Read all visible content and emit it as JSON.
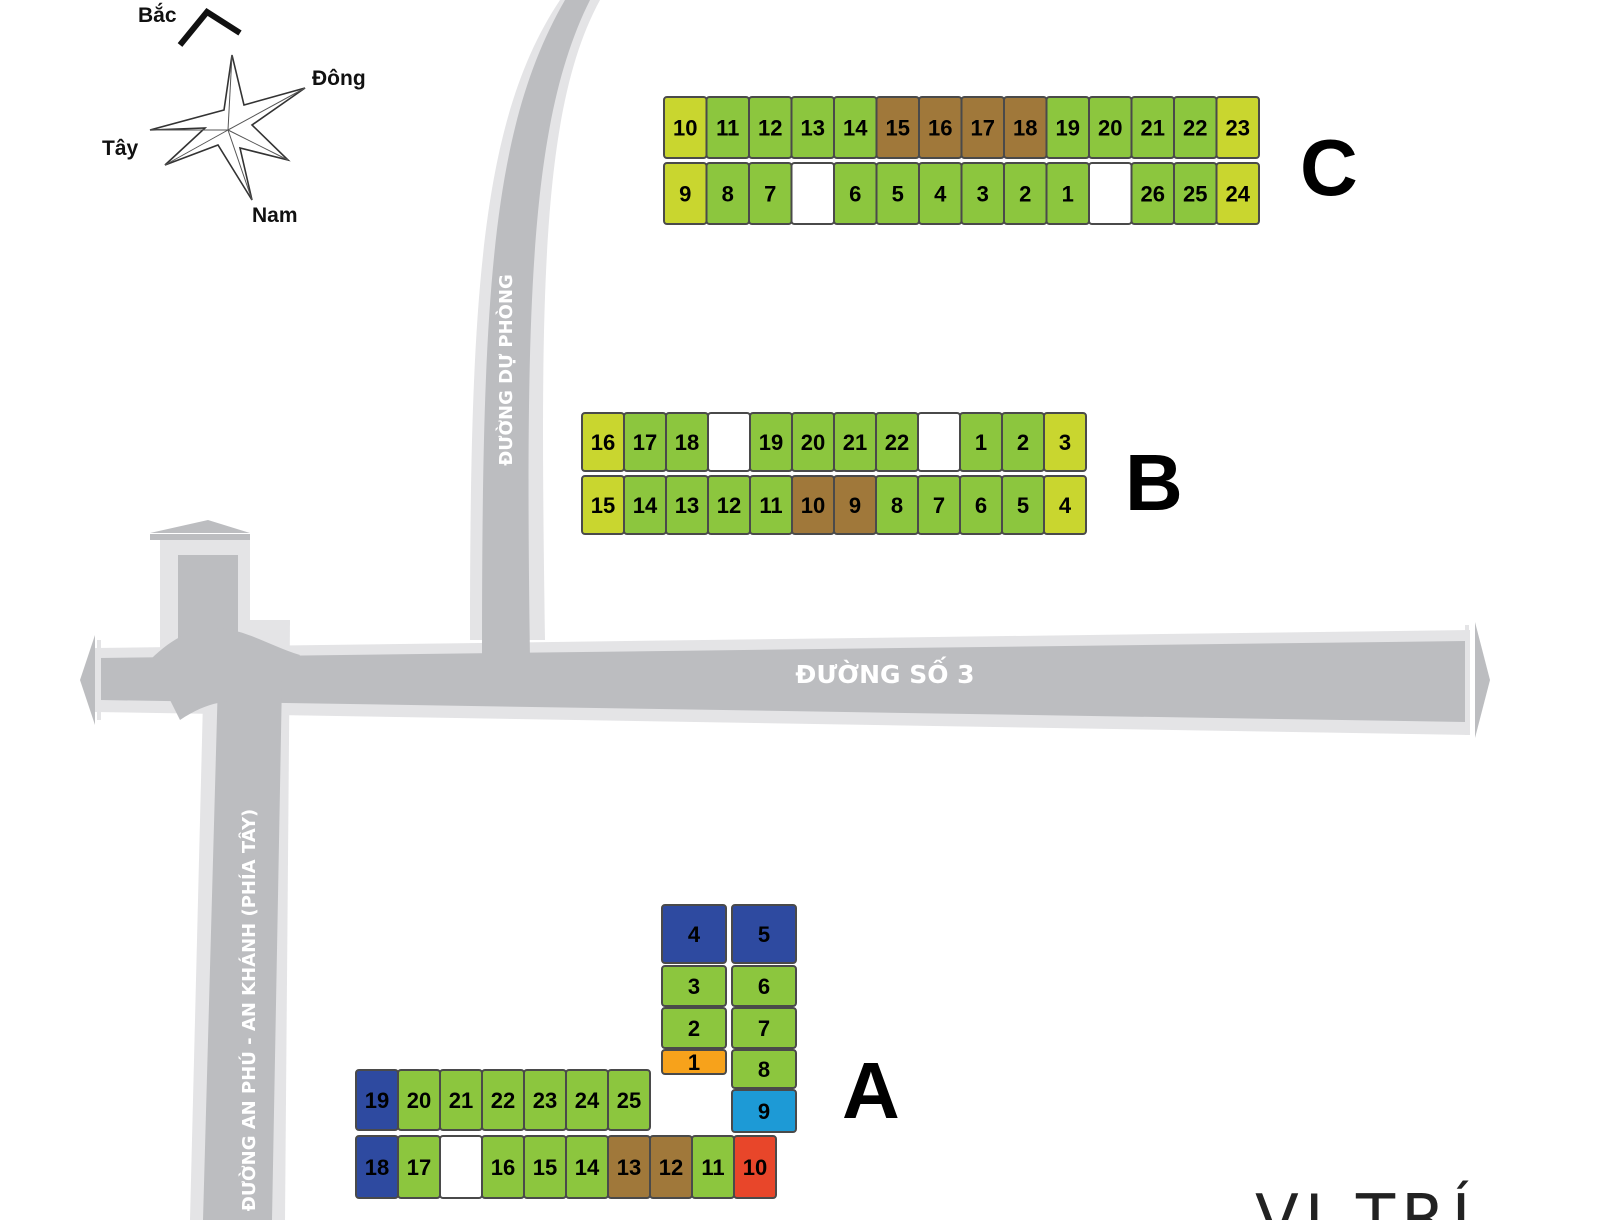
{
  "compass": {
    "north": "Bắc",
    "east": "Đông",
    "west": "Tây",
    "south": "Nam"
  },
  "roads": {
    "so3": "ĐƯỜNG SỐ 3",
    "du_phong": "ĐƯỜNG DỰ PHÒNG",
    "an_phu": "ĐƯỜNG AN PHÚ - AN KHÁNH (PHÍA TÂY)"
  },
  "corner_title": "VỊ TRÍ",
  "colors": {
    "green": "#8cc63e",
    "yellow": "#c9d62f",
    "brown": "#a0783a",
    "navy": "#2e4aa0",
    "blue": "#1d9ad6",
    "orange": "#f7a21b",
    "red": "#e8462a",
    "road": "#bcbdc0",
    "road_edge": "#e4e4e6"
  },
  "blocks": {
    "C": {
      "label": "C",
      "top_row": [
        {
          "n": "10",
          "c": "yellow"
        },
        {
          "n": "11",
          "c": "green"
        },
        {
          "n": "12",
          "c": "green"
        },
        {
          "n": "13",
          "c": "green"
        },
        {
          "n": "14",
          "c": "green"
        },
        {
          "n": "15",
          "c": "brown"
        },
        {
          "n": "16",
          "c": "brown"
        },
        {
          "n": "17",
          "c": "brown"
        },
        {
          "n": "18",
          "c": "brown"
        },
        {
          "n": "19",
          "c": "green"
        },
        {
          "n": "20",
          "c": "green"
        },
        {
          "n": "21",
          "c": "green"
        },
        {
          "n": "22",
          "c": "green"
        },
        {
          "n": "23",
          "c": "yellow"
        }
      ],
      "bottom_row": [
        {
          "n": "9",
          "c": "yellow"
        },
        {
          "n": "8",
          "c": "green"
        },
        {
          "n": "7",
          "c": "green"
        },
        {
          "n": "",
          "c": "gap"
        },
        {
          "n": "6",
          "c": "green"
        },
        {
          "n": "5",
          "c": "green"
        },
        {
          "n": "4",
          "c": "green"
        },
        {
          "n": "3",
          "c": "green"
        },
        {
          "n": "2",
          "c": "green"
        },
        {
          "n": "1",
          "c": "green"
        },
        {
          "n": "",
          "c": "gap"
        },
        {
          "n": "26",
          "c": "green"
        },
        {
          "n": "25",
          "c": "green"
        },
        {
          "n": "24",
          "c": "yellow"
        }
      ]
    },
    "B": {
      "label": "B",
      "top_row": [
        {
          "n": "16",
          "c": "yellow"
        },
        {
          "n": "17",
          "c": "green"
        },
        {
          "n": "18",
          "c": "green"
        },
        {
          "n": "",
          "c": "gap"
        },
        {
          "n": "19",
          "c": "green"
        },
        {
          "n": "20",
          "c": "green"
        },
        {
          "n": "21",
          "c": "green"
        },
        {
          "n": "22",
          "c": "green"
        },
        {
          "n": "",
          "c": "gap"
        },
        {
          "n": "1",
          "c": "green"
        },
        {
          "n": "2",
          "c": "green"
        },
        {
          "n": "3",
          "c": "yellow"
        }
      ],
      "bottom_row": [
        {
          "n": "15",
          "c": "yellow"
        },
        {
          "n": "14",
          "c": "green"
        },
        {
          "n": "13",
          "c": "green"
        },
        {
          "n": "12",
          "c": "green"
        },
        {
          "n": "11",
          "c": "green"
        },
        {
          "n": "10",
          "c": "brown"
        },
        {
          "n": "9",
          "c": "brown"
        },
        {
          "n": "8",
          "c": "green"
        },
        {
          "n": "7",
          "c": "green"
        },
        {
          "n": "6",
          "c": "green"
        },
        {
          "n": "5",
          "c": "green"
        },
        {
          "n": "4",
          "c": "yellow"
        }
      ]
    },
    "A": {
      "label": "A",
      "left_column": [
        {
          "n": "4",
          "c": "navy"
        },
        {
          "n": "3",
          "c": "green"
        },
        {
          "n": "2",
          "c": "green"
        },
        {
          "n": "1",
          "c": "orange"
        }
      ],
      "right_column": [
        {
          "n": "5",
          "c": "navy"
        },
        {
          "n": "6",
          "c": "green"
        },
        {
          "n": "7",
          "c": "green"
        },
        {
          "n": "8",
          "c": "green"
        },
        {
          "n": "9",
          "c": "blue"
        }
      ],
      "upper_row": [
        {
          "n": "19",
          "c": "navy"
        },
        {
          "n": "20",
          "c": "green"
        },
        {
          "n": "21",
          "c": "green"
        },
        {
          "n": "22",
          "c": "green"
        },
        {
          "n": "23",
          "c": "green"
        },
        {
          "n": "24",
          "c": "green"
        },
        {
          "n": "25",
          "c": "green"
        }
      ],
      "lower_row": [
        {
          "n": "18",
          "c": "navy"
        },
        {
          "n": "17",
          "c": "green"
        },
        {
          "n": "",
          "c": "gap"
        },
        {
          "n": "16",
          "c": "green"
        },
        {
          "n": "15",
          "c": "green"
        },
        {
          "n": "14",
          "c": "green"
        },
        {
          "n": "13",
          "c": "brown"
        },
        {
          "n": "12",
          "c": "brown"
        },
        {
          "n": "11",
          "c": "green"
        },
        {
          "n": "10",
          "c": "red"
        }
      ]
    }
  }
}
